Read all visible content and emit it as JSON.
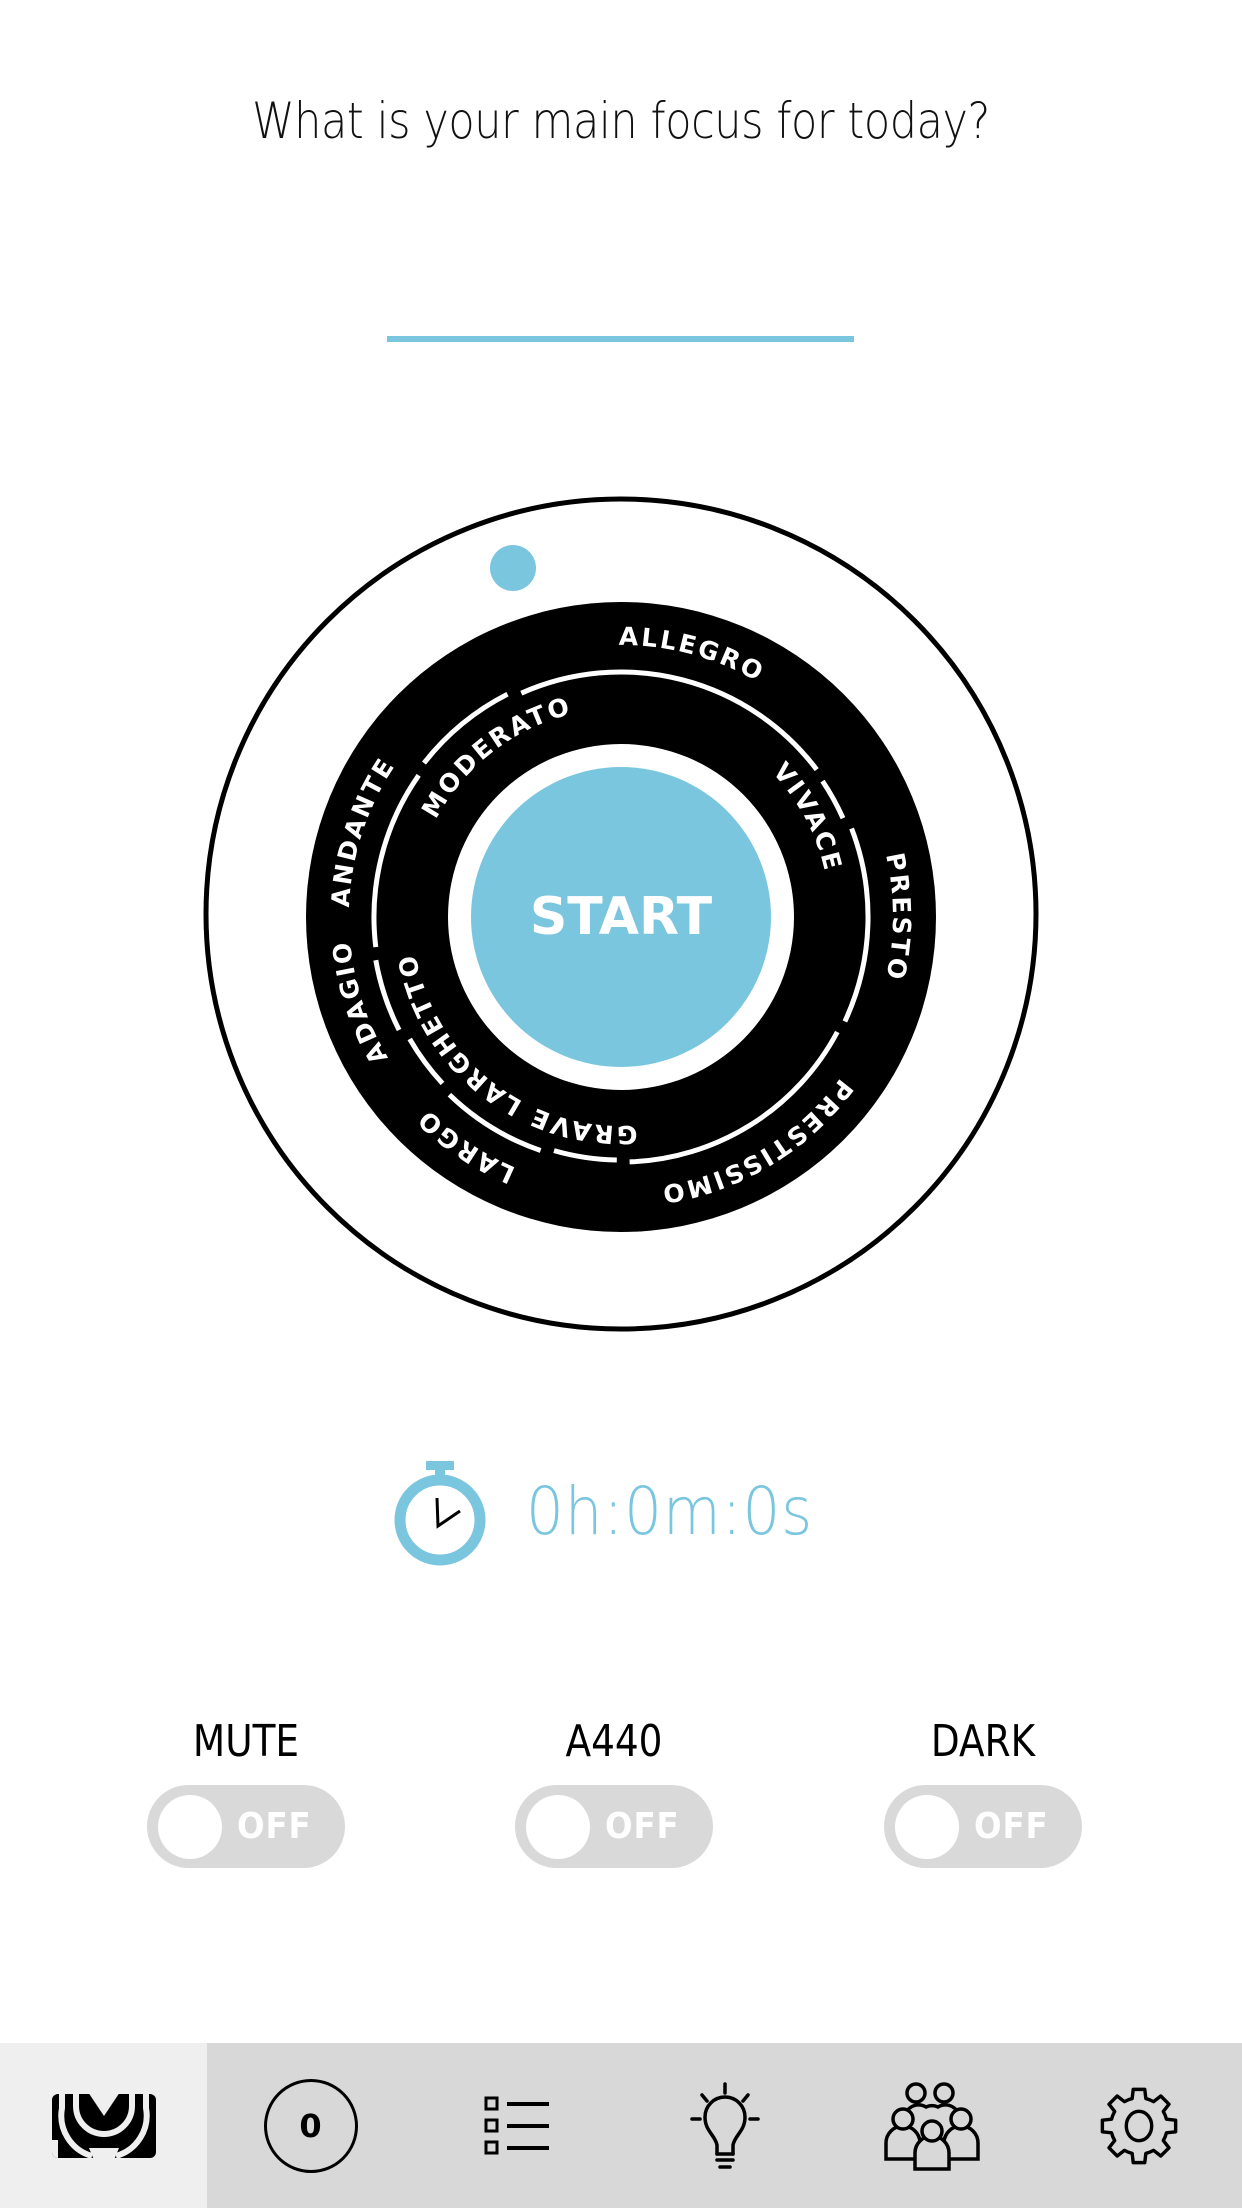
{
  "prompt": {
    "question": "What is your main focus for today?",
    "focus_value": "",
    "focus_placeholder": ""
  },
  "dial": {
    "start_label": "START",
    "knob_color": "#7ac6df",
    "outer_tempos": [
      {
        "label": "ALLEGRO",
        "angle": 15
      },
      {
        "label": "PRESTO",
        "angle": 90
      },
      {
        "label": "PRESTISSIMO",
        "angle": 149
      },
      {
        "label": "LARGO",
        "angle": 214
      },
      {
        "label": "ADAGIO",
        "angle": 252
      },
      {
        "label": "ANDANTE",
        "angle": 288
      }
    ],
    "inner_tempos": [
      {
        "label": "MODERATO",
        "angle": 322
      },
      {
        "label": "VIVACE",
        "angle": 62
      },
      {
        "label": "GRAVE",
        "angle": 190
      },
      {
        "label": "LARGHETTO",
        "angle": 234
      }
    ]
  },
  "timer": {
    "elapsed": "0h:0m:0s",
    "icon": "stopwatch-icon"
  },
  "toggles": [
    {
      "label": "MUTE",
      "state": "OFF"
    },
    {
      "label": "A440",
      "state": "OFF"
    },
    {
      "label": "DARK",
      "state": "OFF"
    }
  ],
  "nav": {
    "items": [
      {
        "name": "home",
        "icon": "app-logo-icon",
        "active": true
      },
      {
        "name": "count",
        "icon": "counter-badge-icon",
        "badge": "0"
      },
      {
        "name": "list",
        "icon": "checklist-icon"
      },
      {
        "name": "tips",
        "icon": "lightbulb-icon"
      },
      {
        "name": "community",
        "icon": "group-icon"
      },
      {
        "name": "settings",
        "icon": "gear-icon"
      }
    ]
  },
  "colors": {
    "accent": "#7ac6df",
    "toggle_track": "#d9d9d9",
    "nav_bg": "#d8d8d8",
    "nav_active_bg": "#efefef"
  }
}
